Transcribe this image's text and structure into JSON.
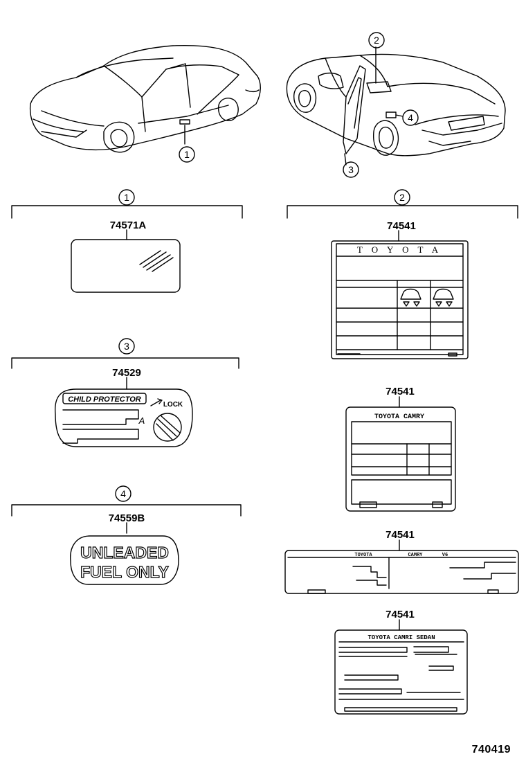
{
  "diagram_id": "740419",
  "callouts": [
    "1",
    "2",
    "3",
    "4"
  ],
  "parts": {
    "p1": "74571A",
    "p2": "74541",
    "p3": "74529",
    "p4": "74559B",
    "p5": "74541",
    "p6": "74541",
    "p7": "74541"
  },
  "labels": {
    "toyota_header": "T O Y O T A",
    "toyota_camry": "TOYOTA CAMRY",
    "small_toyota": "TOYOTA",
    "small_camry": "CAMRY",
    "small_v6": "V6",
    "camry_sedan": "TOYOTA CAMRI SEDAN",
    "child_protector": "CHILD PROTECTOR",
    "lock": "LOCK",
    "child_letter": "A",
    "unleaded_line1": "UNLEADED",
    "unleaded_line2": "FUEL ONLY"
  }
}
